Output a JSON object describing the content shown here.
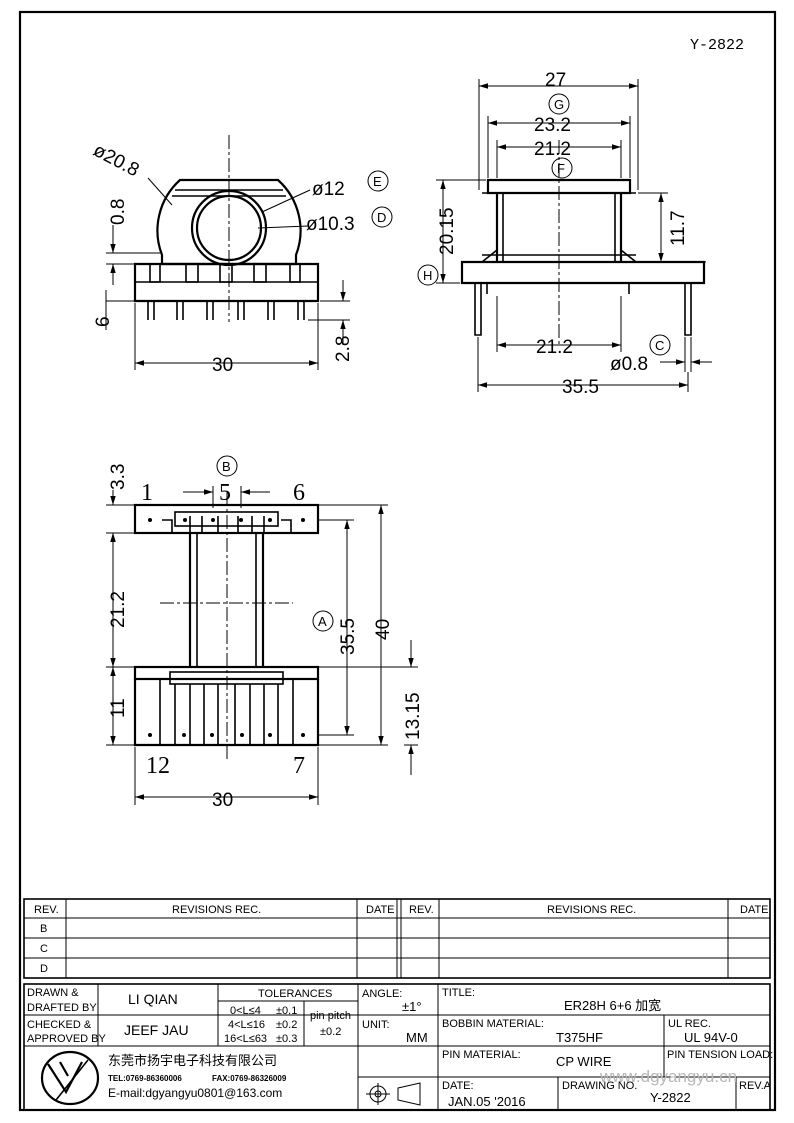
{
  "drawing_id": "Y-2822",
  "top_view": {
    "dia_outer": "ø20.8",
    "dia_e": "ø12",
    "dia_d": "ø10.3",
    "dim_flange": "0.8",
    "dim_pin_height": "6",
    "dim_pin_len": "2.8",
    "dim_width": "30",
    "tag_e": "E",
    "tag_d": "D"
  },
  "side_view": {
    "dim_27": "27",
    "dim_23_2": "23.2",
    "dim_21_2_top": "21.2",
    "dim_20_15": "20.15",
    "dim_11_7": "11.7",
    "dim_21_2_bottom": "21.2",
    "dim_pin_dia": "ø0.8",
    "dim_35_5": "35.5",
    "tag_g": "G",
    "tag_f": "F",
    "tag_h": "H",
    "tag_c": "C"
  },
  "bottom_view": {
    "dim_3_3": "3.3",
    "dim_21_2": "21.2",
    "dim_11": "11",
    "dim_35_5": "35.5",
    "dim_40": "40",
    "dim_13_15": "13.15",
    "dim_30": "30",
    "pin_1": "1",
    "pin_5": "5",
    "pin_6": "6",
    "pin_12": "12",
    "pin_7": "7",
    "tag_b": "B",
    "tag_a": "A"
  },
  "revisions": {
    "col_rev": "REV.",
    "col_revisions": "REVISIONS   REC.",
    "col_date": "DATE",
    "rows": [
      "B",
      "C",
      "D"
    ]
  },
  "title_block": {
    "drawn_label_1": "DRAWN &",
    "drawn_label_2": "DRAFTED BY",
    "drawn_value": "LI QIAN",
    "checked_label_1": "CHECKED &",
    "checked_label_2": "APPROVED BY",
    "checked_value": "JEEF JAU",
    "tolerances_label": "TOLERANCES",
    "tol_1_range": "0<L≤4",
    "tol_1_val": "±0.1",
    "tol_2_range": "4<L≤16",
    "tol_2_val": "±0.2",
    "tol_3_range": "16<L≤63",
    "tol_3_val": "±0.3",
    "pin_pitch_label": "pin pitch",
    "pin_pitch_val": "±0.2",
    "angle_label": "ANGLE:",
    "angle_value": "±1°",
    "unit_label": "UNIT:",
    "unit_value": "MM",
    "title_label": "TITLE:",
    "title_value": "ER28H  6+6 加宽",
    "bobbin_label": "BOBBIN MATERIAL:",
    "bobbin_value": "T375HF",
    "ul_label": "UL REC.",
    "ul_value": "UL 94V-0",
    "pin_material_label": "PIN MATERIAL:",
    "pin_material_value": "CP WIRE",
    "pin_tension_label": "PIN TENSION LOAD:",
    "date_label": "DATE:",
    "date_value": "JAN.05 '2016",
    "drawing_no_label": "DRAWING NO.",
    "drawing_no_value": "Y-2822",
    "rev_a": "REV.A",
    "company_cn": "东莞市扬宇电子科技有限公司",
    "tel": "TEL:0769-86360006",
    "fax": "FAX:0769-86326009",
    "email": "E-mail:dgyangyu0801@163.com",
    "watermark": "www.dgyangyu.cn"
  }
}
